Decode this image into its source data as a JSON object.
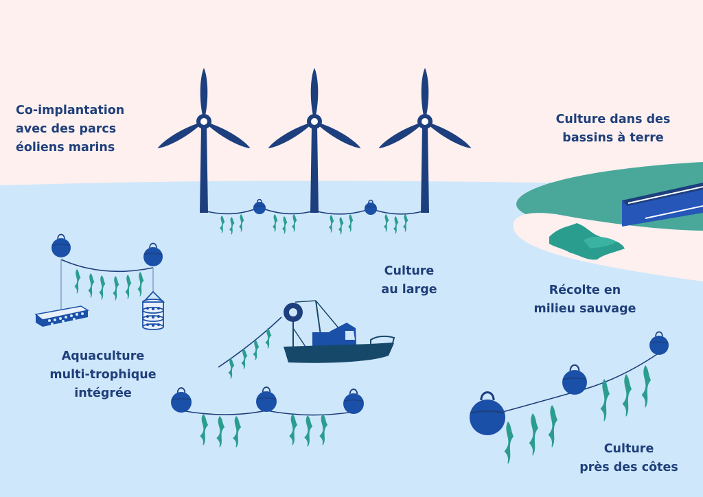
{
  "colors": {
    "sky": "#fdf0ef",
    "sea": "#cfe7fa",
    "turbine": "#1d3f7e",
    "buoy": "#1a50a8",
    "kelp": "#2a9d8f",
    "land": "#4aa89a",
    "sand": "#fdf0ef",
    "boat": "#16486a",
    "title": "#1f3f7a"
  },
  "labels": {
    "offshore_wind": [
      "Co-implantation",
      "avec des parcs",
      "éoliens marins"
    ],
    "land_tanks": [
      "Culture dans des",
      "bassins à terre"
    ],
    "offshore": [
      "Culture",
      "au large"
    ],
    "wild_harvest": [
      "Récolte en",
      "milieu sauvage"
    ],
    "imta": [
      "Aquaculture",
      "multi-trophique",
      "intégrée"
    ],
    "nearshore": [
      "Culture",
      "près des côtes"
    ]
  }
}
